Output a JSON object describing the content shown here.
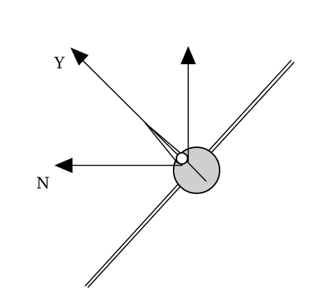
{
  "diagram": {
    "labels": {
      "y_axis": "Y",
      "n_axis": "N"
    },
    "colors": {
      "ink": "#000000",
      "shaft_fill": "#cfcfcf",
      "background": "#ffffff"
    },
    "icons": {
      "arrowhead": "filled-triangle-arrowhead",
      "shaft": "circle-hub",
      "pivot": "small-open-circle"
    }
  }
}
